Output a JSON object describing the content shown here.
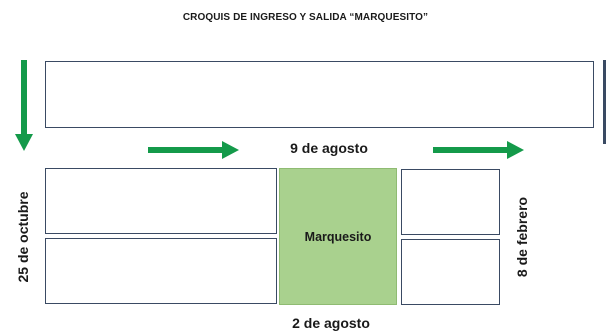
{
  "title": "CROQUIS DE INGRESO Y SALIDA “MARQUESITO”",
  "plaza_label": "Marquesito",
  "streets": {
    "north": "9 de agosto",
    "south": "2 de agosto",
    "west": "25 de octubre",
    "east": "8 de febrero"
  },
  "colors": {
    "arrow": "#149a4a",
    "plaza": "#a9d18e",
    "block_border": "#3a4a63"
  },
  "icons": {
    "flow_arrow": "arrow-icon"
  }
}
